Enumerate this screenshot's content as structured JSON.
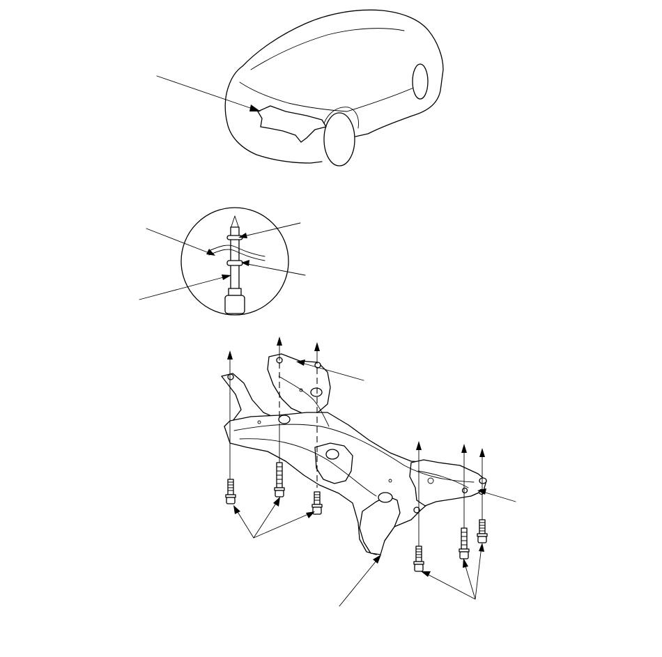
{
  "figure": {
    "type": "exploded-view service diagram",
    "panels": [
      "vehicle-location-view",
      "mount-detail-inset",
      "subframe-exploded-view"
    ],
    "callout_count": 8,
    "line_color": "#000000",
    "background_color": "#ffffff"
  }
}
